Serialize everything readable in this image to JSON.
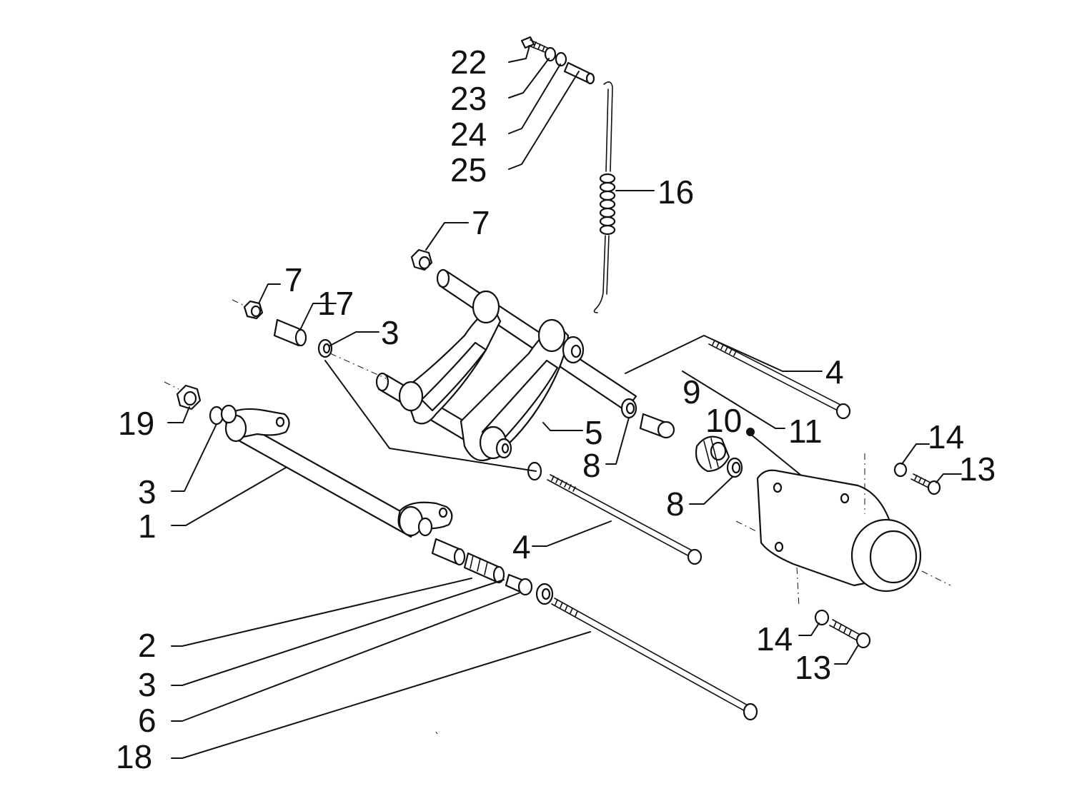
{
  "labels": {
    "l22": "22",
    "l23": "23",
    "l24": "24",
    "l25": "25",
    "l16": "16",
    "l7a": "7",
    "l7b": "7",
    "l17": "17",
    "l3a": "3",
    "l19": "19",
    "l3b": "3",
    "l1": "1",
    "l4a": "4",
    "l9": "9",
    "l10": "10",
    "l11": "11",
    "l5": "5",
    "l8a": "8",
    "l14a": "14",
    "l13a": "13",
    "l8b": "8",
    "l4b": "4",
    "l14b": "14",
    "l13b": "13",
    "l2": "2",
    "l3c": "3",
    "l6": "6",
    "l18": "18"
  }
}
